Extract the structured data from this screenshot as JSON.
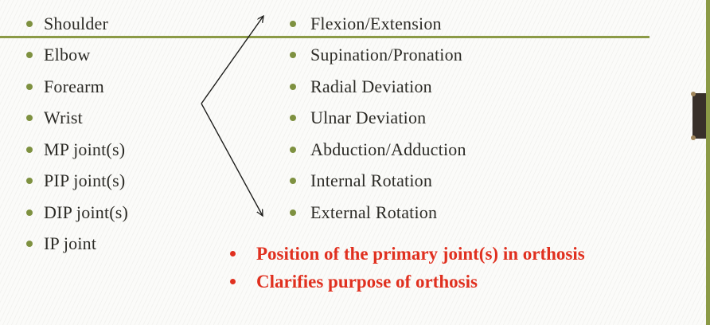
{
  "lists": {
    "joints": {
      "items": [
        "Shoulder",
        "Elbow",
        "Forearm",
        "Wrist",
        "MP joint(s)",
        "PIP joint(s)",
        "DIP joint(s)",
        "IP joint"
      ]
    },
    "motions": {
      "items": [
        "Flexion/Extension",
        "Supination/Pronation",
        "Radial Deviation",
        "Ulnar Deviation",
        "Abduction/Adduction",
        "Internal Rotation",
        "External Rotation"
      ]
    },
    "emphasis": {
      "items": [
        "Position of the primary joint(s) in orthosis",
        "Clarifies purpose of orthosis"
      ]
    }
  },
  "icons": {
    "bullet": "dot",
    "arrow": "bent-double-headed-arrow"
  },
  "colors": {
    "olive_rule": "#8b9a46",
    "olive_bullet": "#7e9140",
    "text_dark": "#2c2b26",
    "emphasis_red": "#e0301f",
    "tab_brown": "#38302a",
    "knob_tan": "#a1875c",
    "arrow_black": "#1d1d1b"
  }
}
